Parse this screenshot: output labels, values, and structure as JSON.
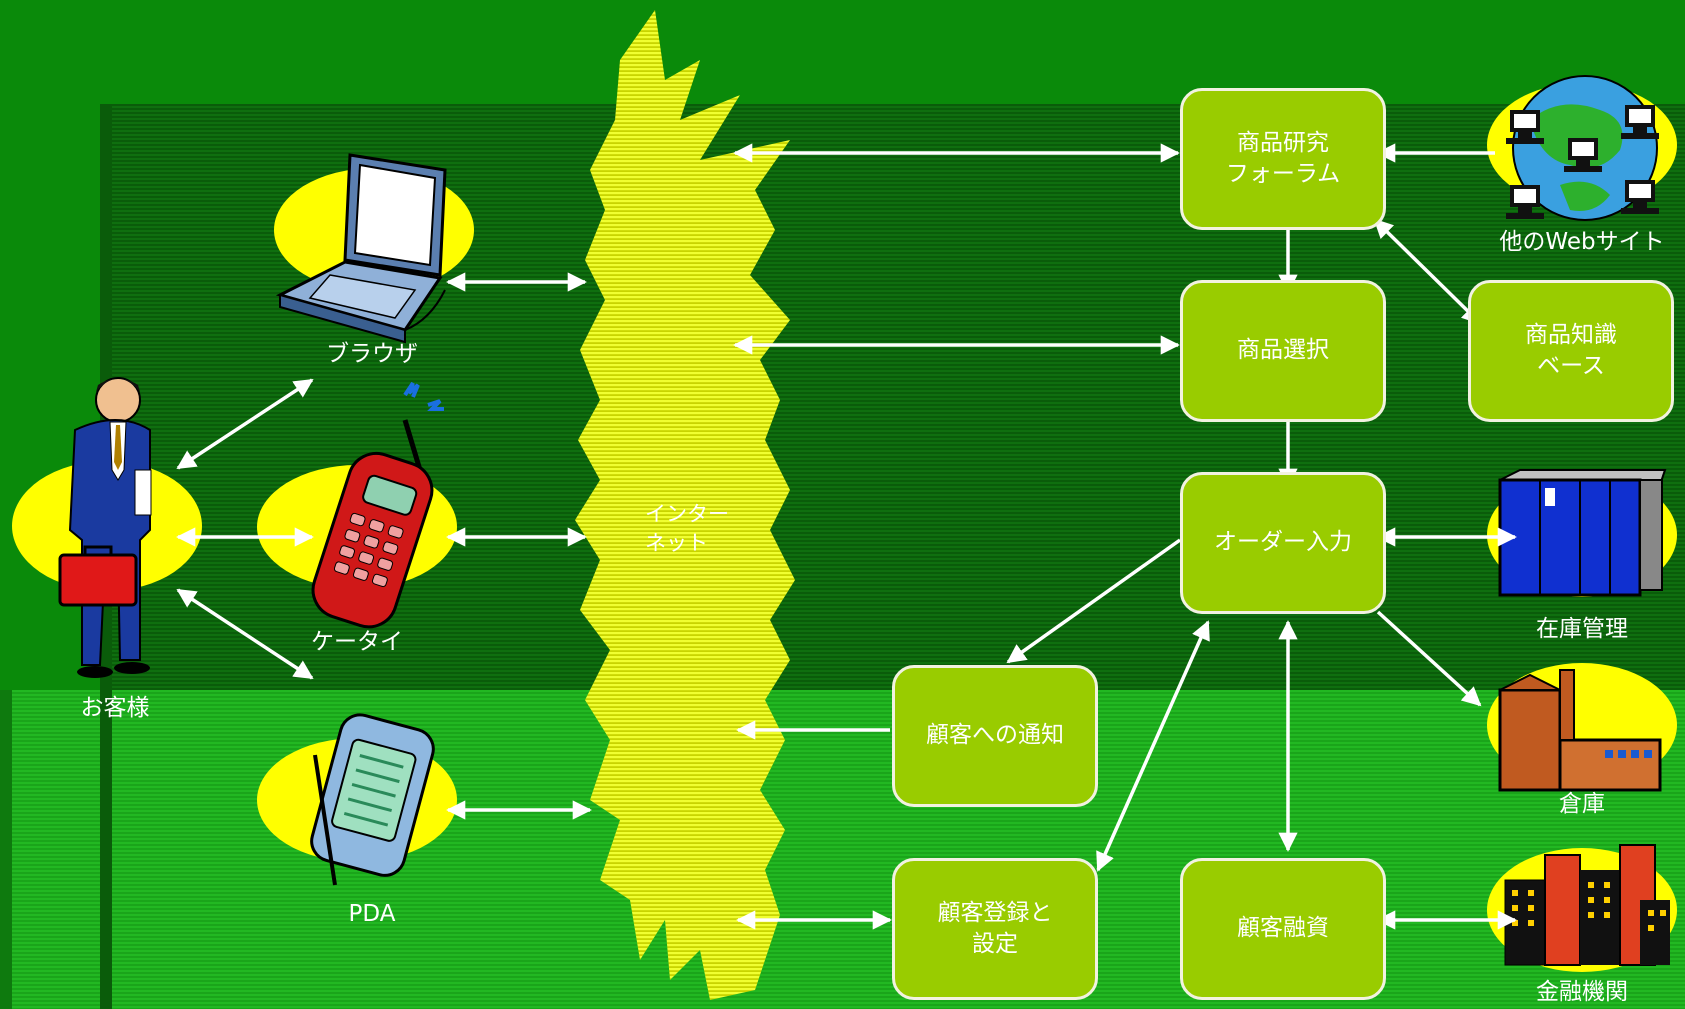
{
  "colors": {
    "background": "#0a8a0a",
    "band_dark": "#0d6b0d",
    "band_light": "#1fbf1f",
    "box_fill": "#99cc00",
    "cloud": "#e6f000",
    "ellipse": "#ffff00",
    "arrow": "#ffffff"
  },
  "internet": {
    "label": "インター\nネット"
  },
  "customer": {
    "label": "お客様",
    "icon": "businessman-icon"
  },
  "devices": {
    "browser": {
      "label": "ブラウザ",
      "icon": "laptop-icon"
    },
    "mobile": {
      "label": "ケータイ",
      "icon": "cellphone-icon"
    },
    "pda": {
      "label": "PDA",
      "icon": "pda-icon"
    }
  },
  "processes": {
    "forum": {
      "label": "商品研究\nフォーラム"
    },
    "selection": {
      "label": "商品選択"
    },
    "order": {
      "label": "オーダー入力"
    },
    "notify": {
      "label": "顧客への通知"
    },
    "register": {
      "label": "顧客登録と\n設定"
    },
    "finance": {
      "label": "顧客融資"
    },
    "knowledge": {
      "label": "商品知識\nベース"
    }
  },
  "external": {
    "websites": {
      "label": "他のWebサイト",
      "icon": "globe-network-icon"
    },
    "inventory": {
      "label": "在庫管理",
      "icon": "mainframe-icon"
    },
    "warehouse": {
      "label": "倉庫",
      "icon": "factory-icon"
    },
    "bank": {
      "label": "金融機関",
      "icon": "city-buildings-icon"
    }
  }
}
